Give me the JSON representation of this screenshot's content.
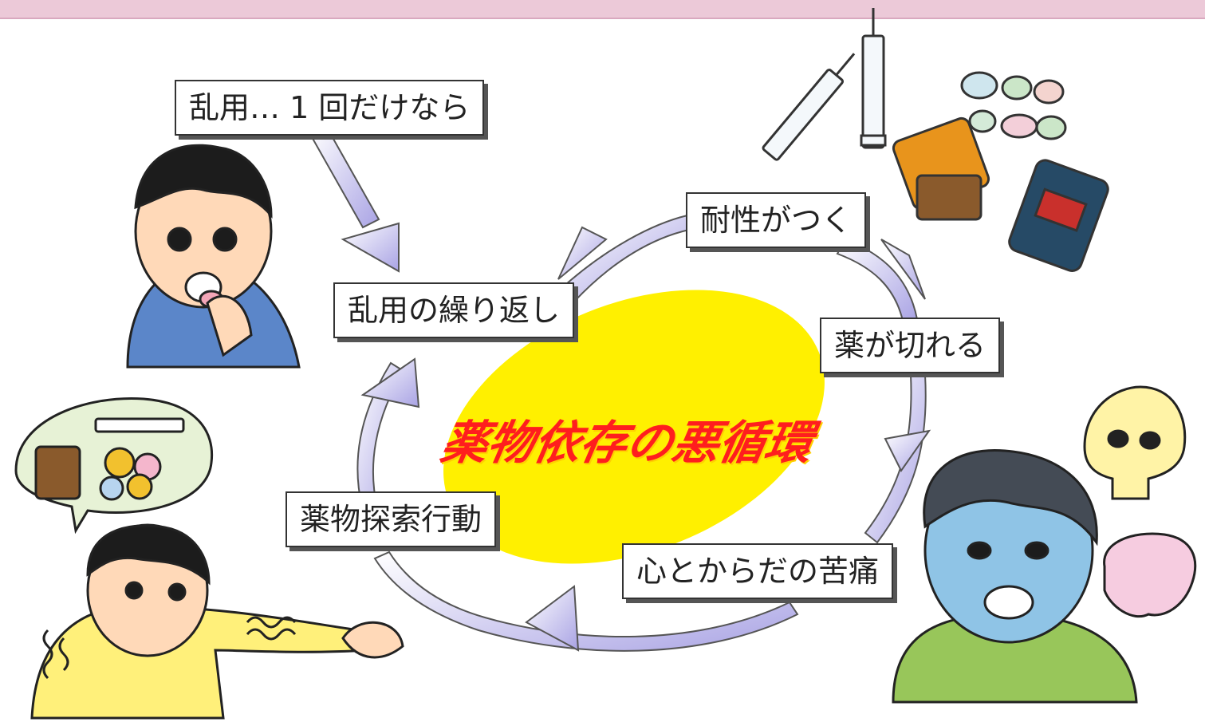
{
  "diagram": {
    "title": "薬物依存の悪循環",
    "steps": {
      "start": "乱用… 1 回だけなら",
      "repeat": "乱用の繰り返し",
      "tolerance": "耐性がつく",
      "wear_off": "薬が切れる",
      "suffering": "心とからだの苦痛",
      "seeking": "薬物探索行動"
    }
  },
  "colors": {
    "arrow": "#b5b1e8",
    "center": "#fff000",
    "title": "#ff1e1e",
    "band": "#ecc9d8"
  }
}
